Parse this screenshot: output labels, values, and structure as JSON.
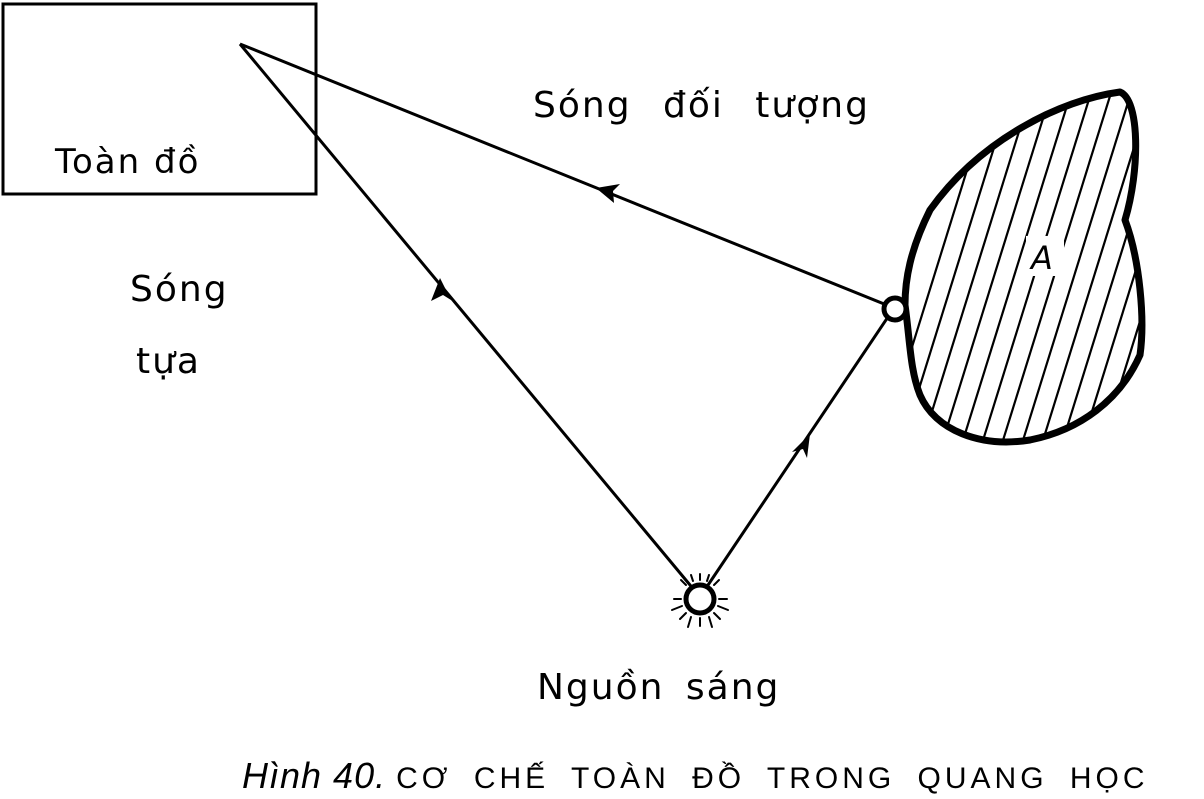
{
  "labels": {
    "hologram": "Toàn đồ",
    "object_wave": "Sóng đối tượng",
    "reference_wave_line1": "Sóng",
    "reference_wave_line2": "tựa",
    "object_letter": "A",
    "light_source": "Nguồn sáng"
  },
  "caption": {
    "label": "Hình 40.",
    "text": "CƠ CHẾ TOÀN ĐỒ TRONG QUANG HỌC"
  }
}
